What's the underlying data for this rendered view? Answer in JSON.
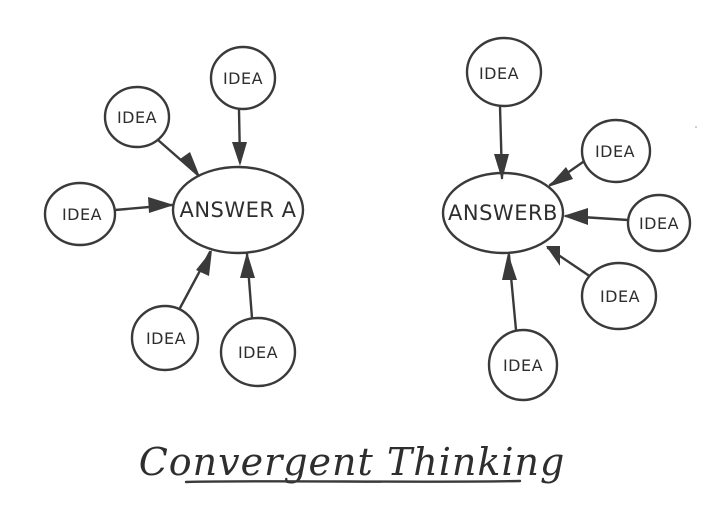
{
  "diagram": {
    "left_answer": {
      "label": "ANSWER A"
    },
    "right_answer": {
      "label": "ANSWERB"
    },
    "idea_label": "IDEA",
    "idea_label_variant": "IDEA",
    "caption": "Convergent Thinking"
  }
}
